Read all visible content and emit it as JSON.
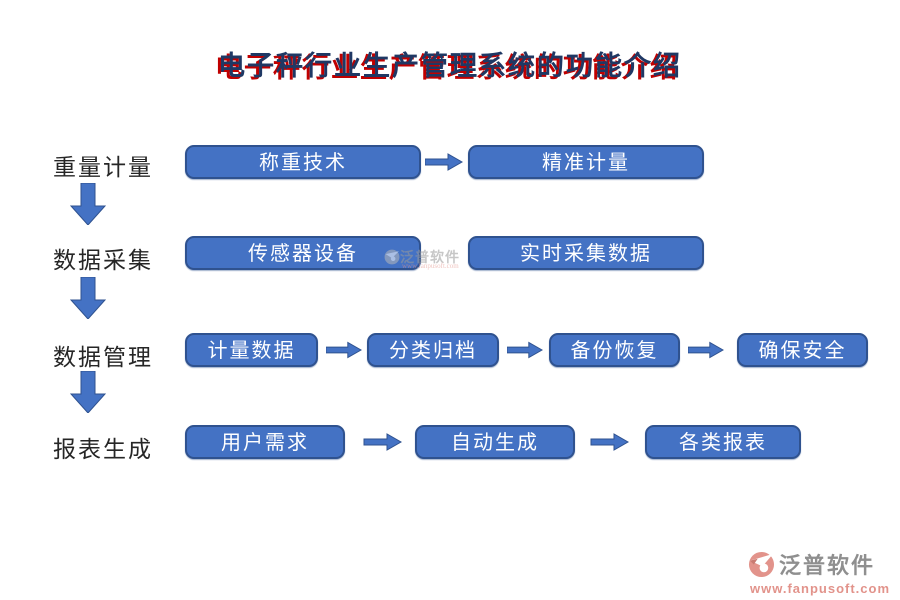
{
  "title": "电子秤行业生产管理系统的功能介绍",
  "rows": [
    {
      "label": "重量计量",
      "boxes": [
        "称重技术",
        "精准计量"
      ]
    },
    {
      "label": "数据采集",
      "boxes": [
        "传感器设备",
        "实时采集数据"
      ]
    },
    {
      "label": "数据管理",
      "boxes": [
        "计量数据",
        "分类归档",
        "备份恢复",
        "确保安全"
      ]
    },
    {
      "label": "报表生成",
      "boxes": [
        "用户需求",
        "自动生成",
        "各类报表"
      ]
    }
  ],
  "watermark": {
    "brand": "泛普软件",
    "url": "www.fanpusoft.com"
  },
  "colors": {
    "box_fill": "#4472C4",
    "box_border": "#2F528F",
    "arrow_fill": "#4472C4",
    "title_text": "#1F3864",
    "title_shadow": "#C00000",
    "label_text": "#262626",
    "watermark_gray": "#8F8F8F",
    "watermark_salmon": "#E2938B"
  }
}
